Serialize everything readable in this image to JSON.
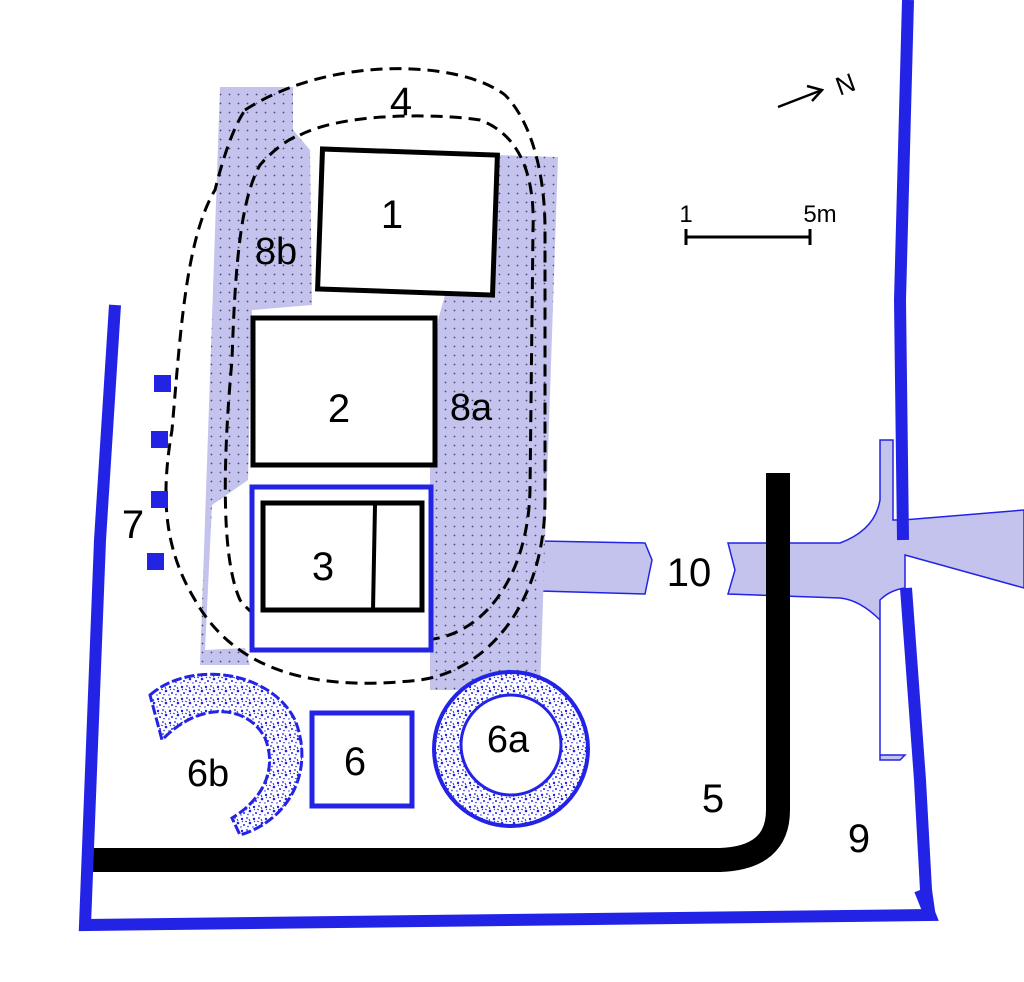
{
  "colors": {
    "wall_blue": "#2323e6",
    "light_lilac": "#c3c3ee",
    "dot_color": "#4a4a7a",
    "black": "#000000",
    "background": "#ffffff"
  },
  "labels": {
    "structure_1": "1",
    "structure_2": "2",
    "structure_3": "3",
    "enclosure_4": "4",
    "area_5": "5",
    "structure_6": "6",
    "structure_6a": "6a",
    "structure_6b": "6b",
    "posts_7": "7",
    "strip_8a": "8a",
    "strip_8b": "8b",
    "area_9": "9",
    "channel_10": "10"
  },
  "scale_bar": {
    "start_label": "1",
    "end_label": "5m"
  },
  "north_arrow": {
    "letter": "N",
    "icon": "north-arrow-icon"
  }
}
